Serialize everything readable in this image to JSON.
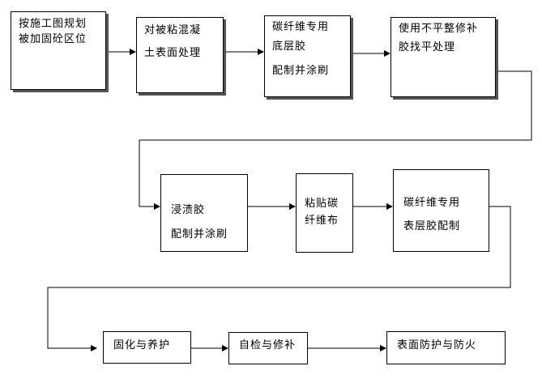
{
  "steps": {
    "s1": {
      "lines": [
        "按施工图规划",
        "被加固砼区位"
      ]
    },
    "s2": {
      "lines": [
        "对被粘混凝",
        "土表面处理"
      ]
    },
    "s3": {
      "lines": [
        "碳纤维专用",
        "底层胶",
        "配制并涂刷"
      ]
    },
    "s4": {
      "lines": [
        "使用不平整修补",
        "胶找平处理"
      ]
    },
    "s5": {
      "lines": [
        "浸渍胶",
        "配制并涂刷"
      ]
    },
    "s6": {
      "lines": [
        "粘贴碳",
        "纤维布"
      ]
    },
    "s7": {
      "lines": [
        "碳纤维专用",
        "表层胶配制"
      ]
    },
    "s8": {
      "lines": [
        "固化与养护"
      ]
    },
    "s9": {
      "lines": [
        "自检与修补"
      ]
    },
    "s10": {
      "lines": [
        "表面防护与防火"
      ]
    }
  }
}
